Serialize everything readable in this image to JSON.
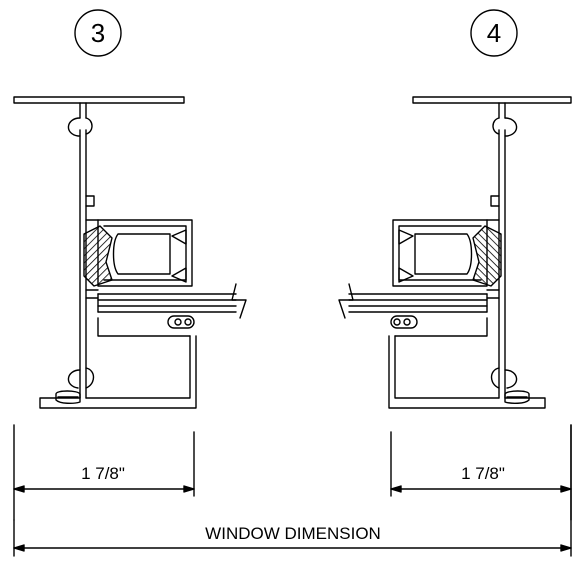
{
  "details": [
    {
      "number": "3",
      "dimension_label": "1 7/8\""
    },
    {
      "number": "4",
      "dimension_label": "1 7/8\""
    }
  ],
  "overall_label": "WINDOW DIMENSION"
}
